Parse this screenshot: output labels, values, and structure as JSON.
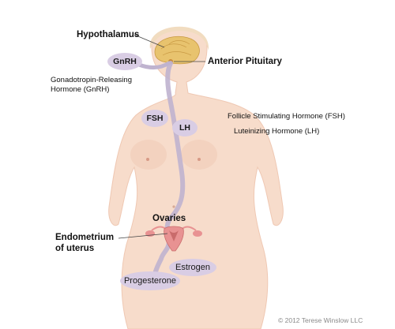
{
  "labels": {
    "hypothalamus": "Hypothalamus",
    "anterior_pituitary": "Anterior Pituitary",
    "gnrh_line1": "Gonadotropin-Releasing",
    "gnrh_line2": "Hormone (GnRH)",
    "fsh_full": "Follicle Stimulating Hormone (FSH)",
    "lh_full": "Luteinizing Hormone (LH)",
    "ovaries": "Ovaries",
    "endometrium_line1": "Endometrium",
    "endometrium_line2": "of uterus"
  },
  "pills": {
    "gnrh": "GnRH",
    "fsh": "FSH",
    "lh": "LH",
    "estrogen": "Estrogen",
    "progesterone": "Progesterone"
  },
  "copyright": "© 2012 Terese Winslow LLC",
  "colors": {
    "skin": "#f7dccb",
    "skin_shade": "#efc8b3",
    "hair": "#f1dcc0",
    "brain": "#e8c36e",
    "hormone_path": "#bfb3cf",
    "pill": "#d9cde4",
    "uterus": "#e89292"
  }
}
